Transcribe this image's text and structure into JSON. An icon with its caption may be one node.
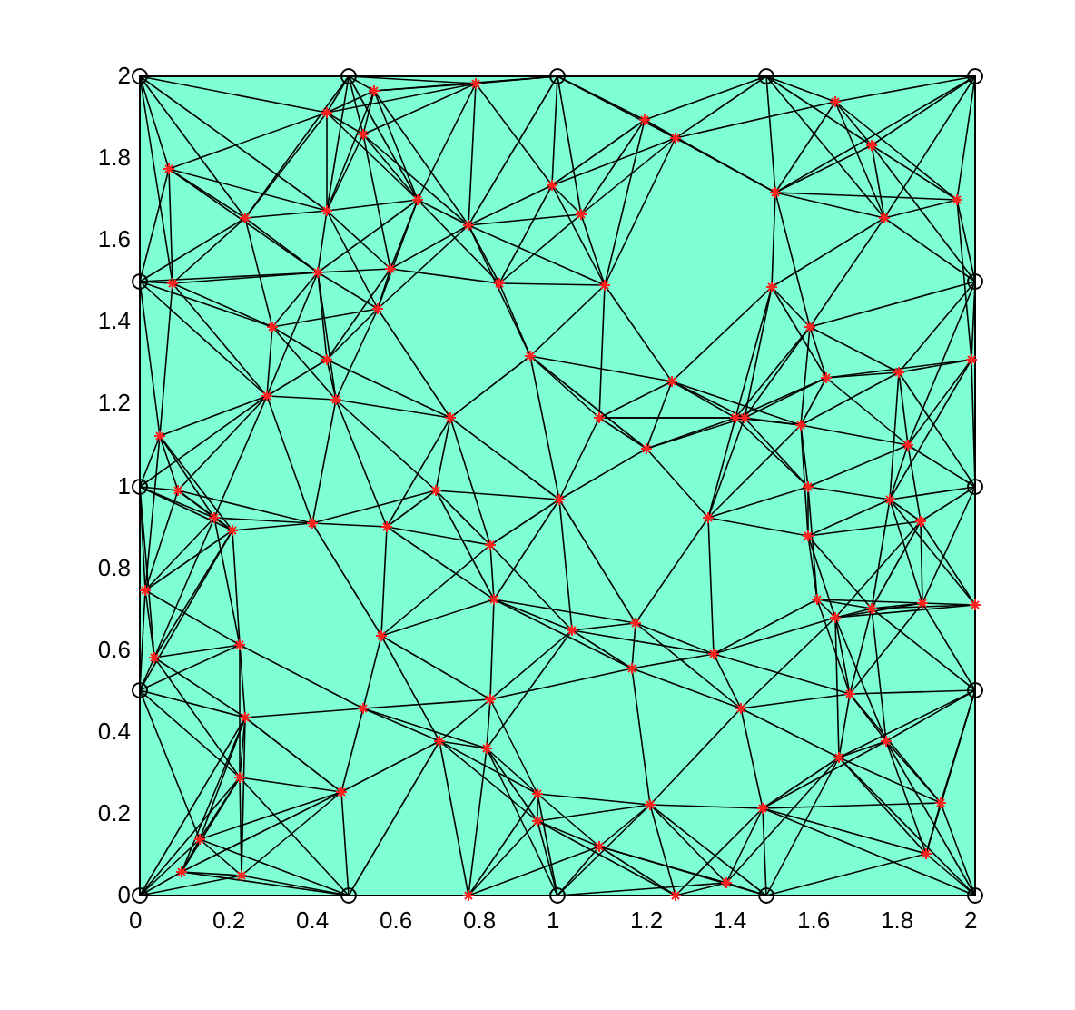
{
  "diagram": {
    "labels": [
      "2",
      "1.8",
      "1.6",
      "1.4",
      "1.2",
      "1",
      "0.8",
      "0.6",
      "0.4",
      "0.2",
      "0",
      "0",
      "0.2",
      "0.4",
      "0.6",
      "0.8",
      "1",
      "1.2",
      "1.4",
      "1.6",
      "1.8",
      "2"
    ]
  }
}
